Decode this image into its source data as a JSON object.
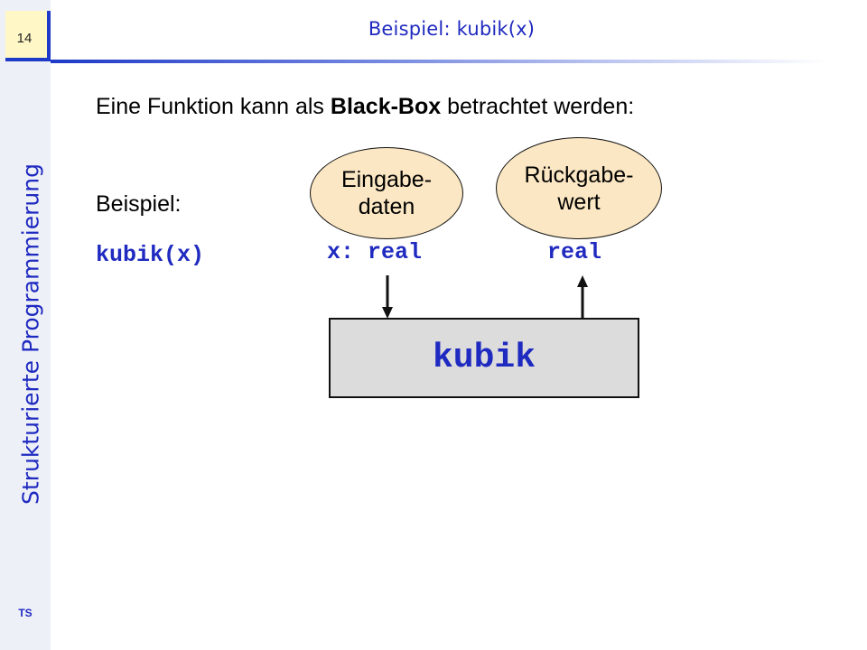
{
  "slide": {
    "page_number": "14",
    "title": "Beispiel: kubik(x)",
    "side_title": "Strukturierte Programmierung",
    "footer": "TS"
  },
  "content": {
    "intro_before": "Eine Funktion kann als ",
    "intro_bold": "Black-Box",
    "intro_after": " betrachtet werden:",
    "example_label": "Beispiel:",
    "example_code": "kubik(x)"
  },
  "diagram": {
    "input_bubble": {
      "line1": "Eingabe-",
      "line2": "daten"
    },
    "output_bubble": {
      "line1": "Rückgabe-",
      "line2": "wert"
    },
    "input_type": "x: real",
    "output_type": "real",
    "box_label": "kubik"
  },
  "colors": {
    "accent_blue": "#1f2ac0",
    "bubble_fill": "#fbe7c3",
    "box_fill": "#dcdcdc",
    "badge_fill": "#fff7c6"
  }
}
